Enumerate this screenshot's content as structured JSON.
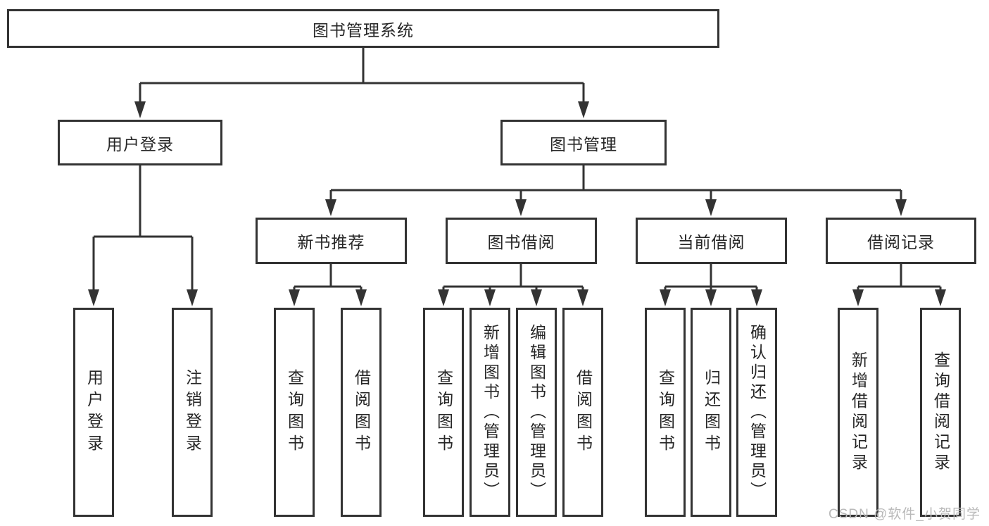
{
  "diagram": {
    "title": "图书管理系统",
    "level2": {
      "user_login": "用户登录",
      "book_mgmt": "图书管理"
    },
    "level3": {
      "new_books": "新书推荐",
      "book_borrow": "图书借阅",
      "current_borrow": "当前借阅",
      "borrow_records": "借阅记录"
    },
    "leaves": {
      "user": [
        "用户登录",
        "注销登录"
      ],
      "recommend": [
        "查询图书",
        "借阅图书"
      ],
      "borrow": [
        "查询图书",
        "新增图书（管理员）",
        "编辑图书（管理员）",
        "借阅图书"
      ],
      "current": [
        "查询图书",
        "归还图书",
        "确认归还（管理员）"
      ],
      "records": [
        "新增借阅记录",
        "查询借阅记录"
      ]
    },
    "colors": {
      "line": "#333333",
      "text": "#262626",
      "watermark": "#b9b9b9",
      "background": "#ffffff"
    }
  },
  "watermark": "CSDN @软件_小贺同学"
}
